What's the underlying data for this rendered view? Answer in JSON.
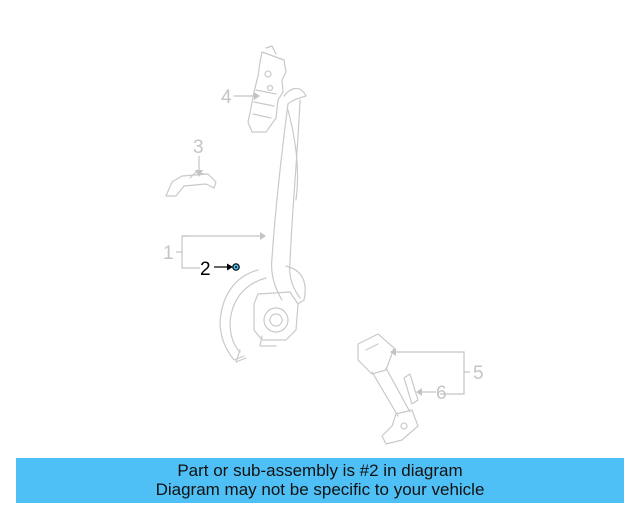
{
  "diagram": {
    "callouts": {
      "c1": "1",
      "c2": "2",
      "c3": "3",
      "c4": "4",
      "c5": "5",
      "c6": "6"
    },
    "highlight_color": "#4fc0f6",
    "selected_part_callout": "2"
  },
  "banner": {
    "line1": "Part or sub-assembly is #2 in diagram",
    "line2": "Diagram may not be specific to your vehicle",
    "background": "#4fc0f6"
  }
}
